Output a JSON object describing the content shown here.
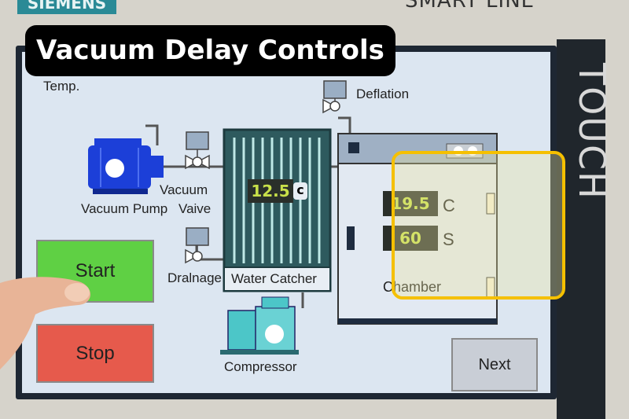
{
  "bezel": {
    "logo": "SIEMENS",
    "brand": "SMART LINE",
    "side_label": "TOUCH"
  },
  "caption": "Vacuum Delay Controls",
  "screen": {
    "temp_label": "Temp.",
    "vacuum_pump_label": "Vacuum Pump",
    "vacuum_valve_label_1": "Vacuum",
    "vacuum_valve_label_2": "Vaive",
    "deflation_label": "Deflation",
    "drainage_label": "Dralnage",
    "water_catcher": {
      "label": "Water Catcher",
      "value": "12.5",
      "unit": "c"
    },
    "compressor_label": "Compressor",
    "chamber": {
      "label": "Chamber",
      "temp_value": "19.5",
      "temp_unit": "C",
      "time_value": "60",
      "time_unit": "S"
    },
    "buttons": {
      "start": "Start",
      "stop": "Stop",
      "next": "Next"
    }
  },
  "colors": {
    "start": "#5fd044",
    "stop": "#e65a4c",
    "next": "#c9ced6",
    "highlight": "#f5c000",
    "pump": "#1c3fd8",
    "compressor": "#4cc6c8"
  }
}
